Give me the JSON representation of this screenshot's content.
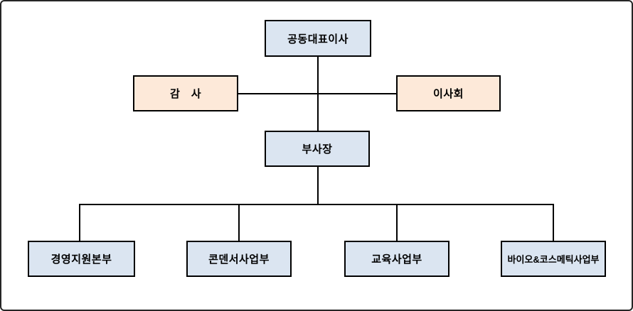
{
  "org_chart": {
    "nodes": {
      "co_ceo": {
        "label": "공동대표이사"
      },
      "auditor": {
        "label": "감　사"
      },
      "board": {
        "label": "이사회"
      },
      "vice_president": {
        "label": "부사장"
      },
      "division_management_support": {
        "label": "경영지원본부"
      },
      "division_condenser": {
        "label": "콘덴서사업부"
      },
      "division_education": {
        "label": "교육사업부"
      },
      "division_bio_cosmetic": {
        "label": "바이오&코스메틱사업부"
      }
    },
    "colors": {
      "executive_box_fill": "#dbe5f1",
      "oversight_box_fill": "#fde9d9",
      "box_border": "#000000",
      "connector_line": "#000000",
      "outer_border": "#262626",
      "background": "#ffffff"
    }
  }
}
